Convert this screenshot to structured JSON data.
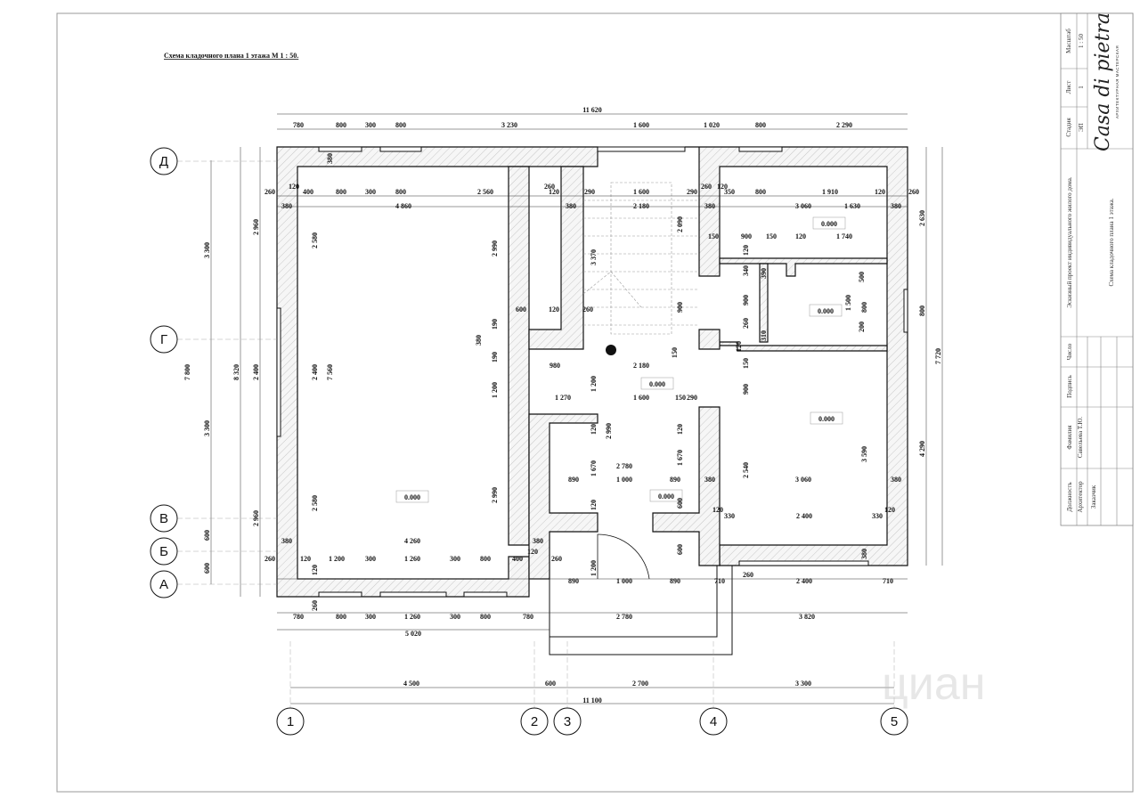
{
  "sheet": {
    "title": "Схема кладочного плана 1 этажа М 1 : 50."
  },
  "axes": {
    "letters": [
      "Д",
      "Г",
      "В",
      "Б",
      "А"
    ],
    "numbers": [
      "1",
      "2",
      "3",
      "4",
      "5"
    ]
  },
  "levels": [
    "0.000",
    "0.000",
    "0.000",
    "0.000",
    "0.000",
    "0.000"
  ],
  "overall": {
    "top_total": "11 620",
    "bottom_total": "11 100",
    "left_total": "8 320",
    "left_total2": "7 800",
    "right_total": "7 720",
    "bottom_sub": "5 020"
  },
  "dims": {
    "top_row1": [
      "780",
      "800",
      "300",
      "800",
      "3 230",
      "1 600",
      "1 020",
      "800",
      "2 290"
    ],
    "top_row2": [
      "260",
      "120",
      "400",
      "800",
      "300",
      "800",
      "2 560",
      "120",
      "260",
      "290",
      "1 600",
      "290",
      "260",
      "120",
      "350",
      "800",
      "1 910",
      "120",
      "260"
    ],
    "top_row3": [
      "380",
      "4 860",
      "380",
      "2 180",
      "380",
      "3 060",
      "1 630",
      "380"
    ],
    "axis_bottom": [
      "4 500",
      "600",
      "2 700",
      "3 300"
    ],
    "bottom_row1": [
      "780",
      "800",
      "300",
      "1 260",
      "300",
      "800",
      "780",
      "2 780",
      "3 820"
    ],
    "bottom_row2": [
      "260",
      "120",
      "1 200",
      "300",
      "1 260",
      "300",
      "800",
      "400",
      "120",
      "260",
      "890",
      "1 000",
      "890",
      "710",
      "260",
      "2 400",
      "710"
    ],
    "left_outer": [
      "3 300",
      "3 300",
      "600",
      "600"
    ],
    "left_inner": [
      "2 960",
      "2 400",
      "2 960"
    ],
    "left_inner2": [
      "2 580",
      "2 400",
      "7 560",
      "2 580"
    ],
    "mid_col": [
      "2 990",
      "1 200",
      "2 990"
    ],
    "right_outer": [
      "2 630",
      "800",
      "4 290"
    ],
    "stair": [
      "3 370",
      "2 090",
      "900",
      "150",
      "980",
      "2 180",
      "1 200",
      "1 270",
      "1 600",
      "150",
      "290",
      "120",
      "2 990",
      "120",
      "1 670",
      "1 670",
      "2 780",
      "890",
      "1 000",
      "890",
      "380",
      "120",
      "600",
      "1 200"
    ],
    "right_rooms": [
      "150",
      "900",
      "120",
      "150",
      "120",
      "1 740",
      "340",
      "390",
      "900",
      "500",
      "1 500",
      "800",
      "260",
      "200",
      "310",
      "120",
      "150",
      "900",
      "3 590",
      "2 540",
      "3 060",
      "380",
      "120",
      "330",
      "2 400",
      "330",
      "120",
      "380",
      "600"
    ],
    "misc": [
      "380",
      "190",
      "190",
      "380",
      "600",
      "120",
      "260",
      "4 260",
      "380",
      "380",
      "120",
      "260"
    ]
  },
  "stamp": {
    "headers": [
      "Стадия",
      "Лист",
      "Масштаб"
    ],
    "values": [
      "ЭП",
      "1",
      "1 : 50"
    ],
    "project": "Эскизный проект индивидуального жилого дома.",
    "sheet_name": "Схема кладочного плана 1 этажа.",
    "sig_headers": [
      "Должность",
      "Фамилия",
      "Подпись",
      "Число"
    ],
    "role": "Архитектор",
    "name": "Савельева Т.Ю.",
    "customer": "Заказчик",
    "logo": "Casa di pietra",
    "logo_sub": "АРХИТЕКТУРНАЯ МАСТЕРСКАЯ"
  },
  "watermark": "циан"
}
